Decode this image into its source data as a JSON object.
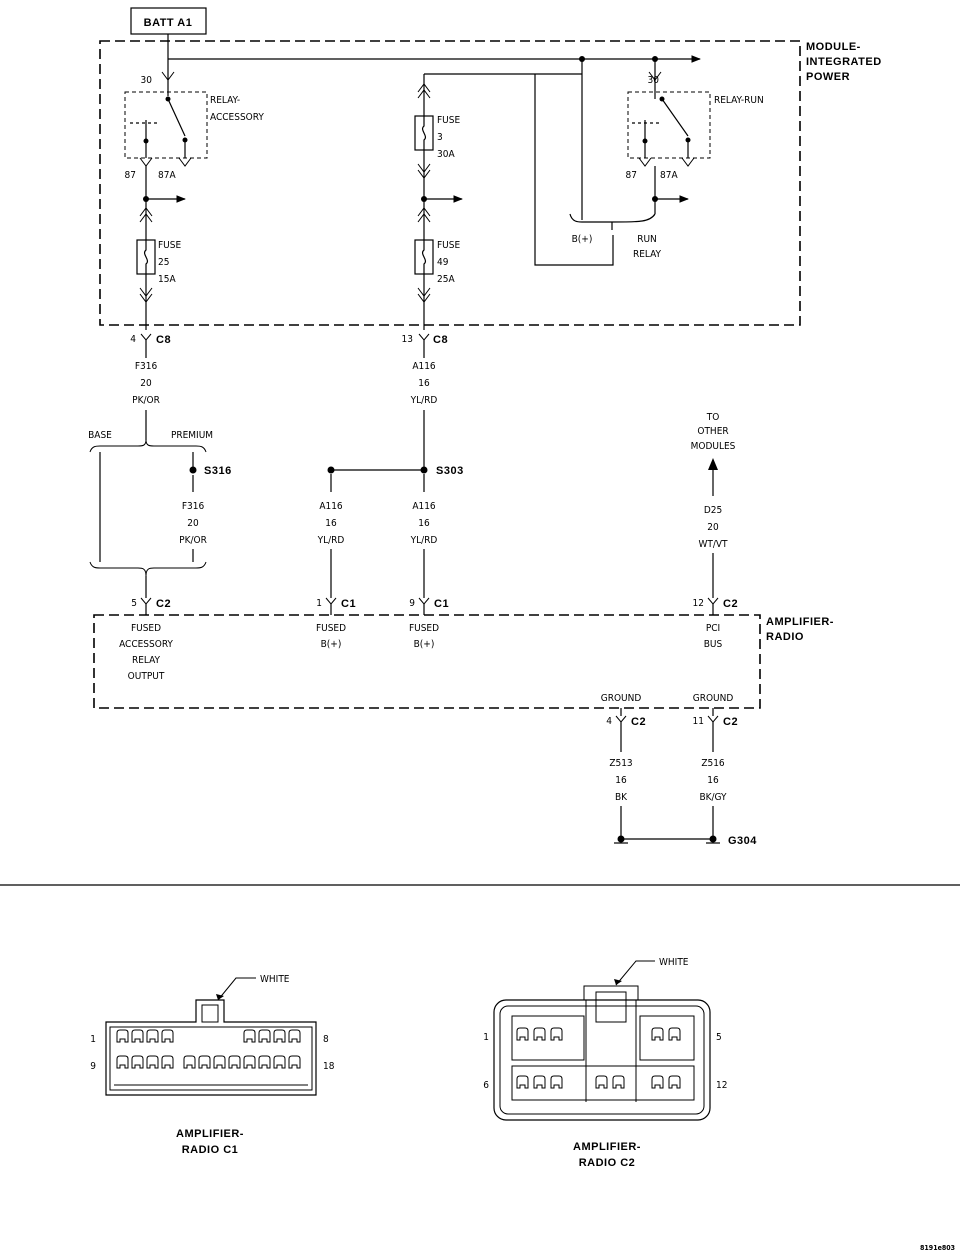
{
  "batt": {
    "label": "BATT A1"
  },
  "module": {
    "label_line1": "MODULE-",
    "label_line2": "INTEGRATED",
    "label_line3": "POWER",
    "relay_accessory": {
      "label_line1": "RELAY-",
      "label_line2": "ACCESSORY",
      "pin30": "30",
      "pin87": "87",
      "pin87a": "87A"
    },
    "relay_run": {
      "label": "RELAY-RUN",
      "pin30": "30",
      "pin87": "87",
      "pin87a": "87A"
    },
    "fuse3": {
      "name": "FUSE",
      "number": "3",
      "rating": "30A"
    },
    "fuse25": {
      "name": "FUSE",
      "number": "25",
      "rating": "15A"
    },
    "fuse49": {
      "name": "FUSE",
      "number": "49",
      "rating": "25A"
    },
    "run_relay": {
      "bplus": "B(+)",
      "line1": "RUN",
      "line2": "RELAY"
    },
    "conn_left": {
      "pin": "4",
      "connector": "C8"
    },
    "conn_mid": {
      "pin": "13",
      "connector": "C8"
    }
  },
  "wires": {
    "f316_top": {
      "circuit": "F316",
      "gauge": "20",
      "color": "PK/OR"
    },
    "a116_top": {
      "circuit": "A116",
      "gauge": "16",
      "color": "YL/RD"
    },
    "f316_prem": {
      "circuit": "F316",
      "gauge": "20",
      "color": "PK/OR"
    },
    "a116_left": {
      "circuit": "A116",
      "gauge": "16",
      "color": "YL/RD"
    },
    "a116_right": {
      "circuit": "A116",
      "gauge": "16",
      "color": "YL/RD"
    },
    "d25": {
      "circuit": "D25",
      "gauge": "20",
      "color": "WT/VT"
    },
    "z513": {
      "circuit": "Z513",
      "gauge": "16",
      "color": "BK"
    },
    "z516": {
      "circuit": "Z516",
      "gauge": "16",
      "color": "BK/GY"
    }
  },
  "options": {
    "base": "BASE",
    "premium": "PREMIUM"
  },
  "splices": {
    "s316": "S316",
    "s303": "S303"
  },
  "to_other": {
    "line1": "TO",
    "line2": "OTHER",
    "line3": "MODULES"
  },
  "amp": {
    "label_line1": "AMPLIFIER-",
    "label_line2": "RADIO",
    "conn5": {
      "pin": "5",
      "connector": "C2"
    },
    "conn1": {
      "pin": "1",
      "connector": "C1"
    },
    "conn9": {
      "pin": "9",
      "connector": "C1"
    },
    "conn12": {
      "pin": "12",
      "connector": "C2"
    },
    "conn4": {
      "pin": "4",
      "connector": "C2"
    },
    "conn11": {
      "pin": "11",
      "connector": "C2"
    },
    "fused_acc": {
      "line1": "FUSED",
      "line2": "ACCESSORY",
      "line3": "RELAY",
      "line4": "OUTPUT"
    },
    "fused_b1": {
      "line1": "FUSED",
      "line2": "B(+)"
    },
    "fused_b2": {
      "line1": "FUSED",
      "line2": "B(+)"
    },
    "pci": {
      "line1": "PCI",
      "line2": "BUS"
    },
    "ground1": "GROUND",
    "ground2": "GROUND"
  },
  "ground": {
    "label": "G304"
  },
  "connectors": {
    "c1": {
      "color": "WHITE",
      "pin_tl": "1",
      "pin_tr": "8",
      "pin_bl": "9",
      "pin_br": "18",
      "title_line1": "AMPLIFIER-",
      "title_line2": "RADIO C1"
    },
    "c2": {
      "color": "WHITE",
      "pin_tl": "1",
      "pin_tr": "5",
      "pin_bl": "6",
      "pin_br": "12",
      "title_line1": "AMPLIFIER-",
      "title_line2": "RADIO C2"
    }
  },
  "figure_id": "8191e803"
}
